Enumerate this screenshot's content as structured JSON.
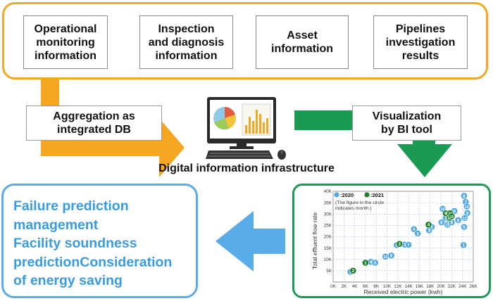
{
  "sources": [
    {
      "label": "Operational\nmonitoring\ninformation"
    },
    {
      "label": "Inspection\nand diagnosis\ninformation"
    },
    {
      "label": "Asset\ninformation"
    },
    {
      "label": "Pipelines\ninvestigation\nresults"
    }
  ],
  "aggregation_label": "Aggregation as\nintegrated DB",
  "visualization_label": "Visualization\nby BI tool",
  "infrastructure_label": "Digital information infrastructure",
  "prediction_lines": [
    "Failure prediction",
    "management",
    "Facility soundness",
    "predictionConsideration",
    "of energy saving"
  ],
  "colors": {
    "orange": "#f5a623",
    "green": "#1a9a52",
    "blue": "#5aace8",
    "series_2020": "#4fa6e6",
    "series_2021": "#1e7f2c"
  },
  "icons": [
    "computer-monitor-icon",
    "pie-chart-icon",
    "bar-chart-icon",
    "keyboard-icon",
    "mouse-icon"
  ],
  "chart_data": {
    "type": "scatter",
    "xlabel": "Received electric power (kwh)",
    "ylabel": "Total effluent flow rate",
    "xlim": [
      0,
      26000
    ],
    "ylim": [
      0,
      40000
    ],
    "xticks": [
      "0K",
      "2K",
      "4K",
      "6K",
      "8K",
      "10K",
      "12K",
      "14K",
      "16K",
      "18K",
      "20K",
      "22K",
      "24K",
      "26K"
    ],
    "yticks": [
      "5K",
      "10K",
      "15K",
      "20K",
      "25K",
      "30K",
      "35K",
      "40K"
    ],
    "ytick_values": [
      5000,
      10000,
      15000,
      20000,
      25000,
      30000,
      35000,
      40000
    ],
    "legend": {
      "series_2020": ":2020",
      "series_2021": ":2021",
      "note": "(The figure in the circle\nindicates month.)"
    },
    "grid": true,
    "series": [
      {
        "name": ":2020",
        "points": [
          {
            "x": 3200,
            "y": 4500,
            "m": "1"
          },
          {
            "x": 7000,
            "y": 8900,
            "m": "4"
          },
          {
            "x": 7800,
            "y": 8500,
            "m": "5"
          },
          {
            "x": 9700,
            "y": 11200,
            "m": "10"
          },
          {
            "x": 10800,
            "y": 11700,
            "m": "6"
          },
          {
            "x": 11800,
            "y": 16300,
            "m": "8"
          },
          {
            "x": 13300,
            "y": 16500,
            "m": "3"
          },
          {
            "x": 14000,
            "y": 16400,
            "m": "7"
          },
          {
            "x": 15000,
            "y": 23300,
            "m": "4"
          },
          {
            "x": 15700,
            "y": 21400,
            "m": "2"
          },
          {
            "x": 17800,
            "y": 22800,
            "m": "3"
          },
          {
            "x": 18300,
            "y": 24300,
            "m": "5"
          },
          {
            "x": 20100,
            "y": 26300,
            "m": "8"
          },
          {
            "x": 20300,
            "y": 32300,
            "m": "10"
          },
          {
            "x": 20900,
            "y": 28300,
            "m": "7"
          },
          {
            "x": 21200,
            "y": 25300,
            "m": "11"
          },
          {
            "x": 21600,
            "y": 27300,
            "m": "12"
          },
          {
            "x": 22000,
            "y": 26300,
            "m": "6"
          },
          {
            "x": 22500,
            "y": 31300,
            "m": "9"
          },
          {
            "x": 23200,
            "y": 27300,
            "m": "6"
          },
          {
            "x": 24300,
            "y": 38000,
            "m": "8"
          },
          {
            "x": 24600,
            "y": 35300,
            "m": "7"
          },
          {
            "x": 24800,
            "y": 33300,
            "m": "10"
          },
          {
            "x": 24900,
            "y": 30400,
            "m": "9"
          },
          {
            "x": 24400,
            "y": 28200,
            "m": "12"
          },
          {
            "x": 24300,
            "y": 24300,
            "m": "5"
          },
          {
            "x": 24200,
            "y": 16300,
            "m": "1"
          }
        ]
      },
      {
        "name": ":2021",
        "points": [
          {
            "x": 3700,
            "y": 5000,
            "m": "2"
          },
          {
            "x": 6000,
            "y": 8500,
            "m": "1"
          },
          {
            "x": 12300,
            "y": 16800,
            "m": "3"
          },
          {
            "x": 17700,
            "y": 25300,
            "m": "4"
          },
          {
            "x": 20900,
            "y": 30300,
            "m": "9"
          },
          {
            "x": 21600,
            "y": 28300,
            "m": "12"
          },
          {
            "x": 21700,
            "y": 30300,
            "m": "11"
          },
          {
            "x": 22000,
            "y": 29000,
            "m": "10"
          }
        ]
      }
    ]
  }
}
